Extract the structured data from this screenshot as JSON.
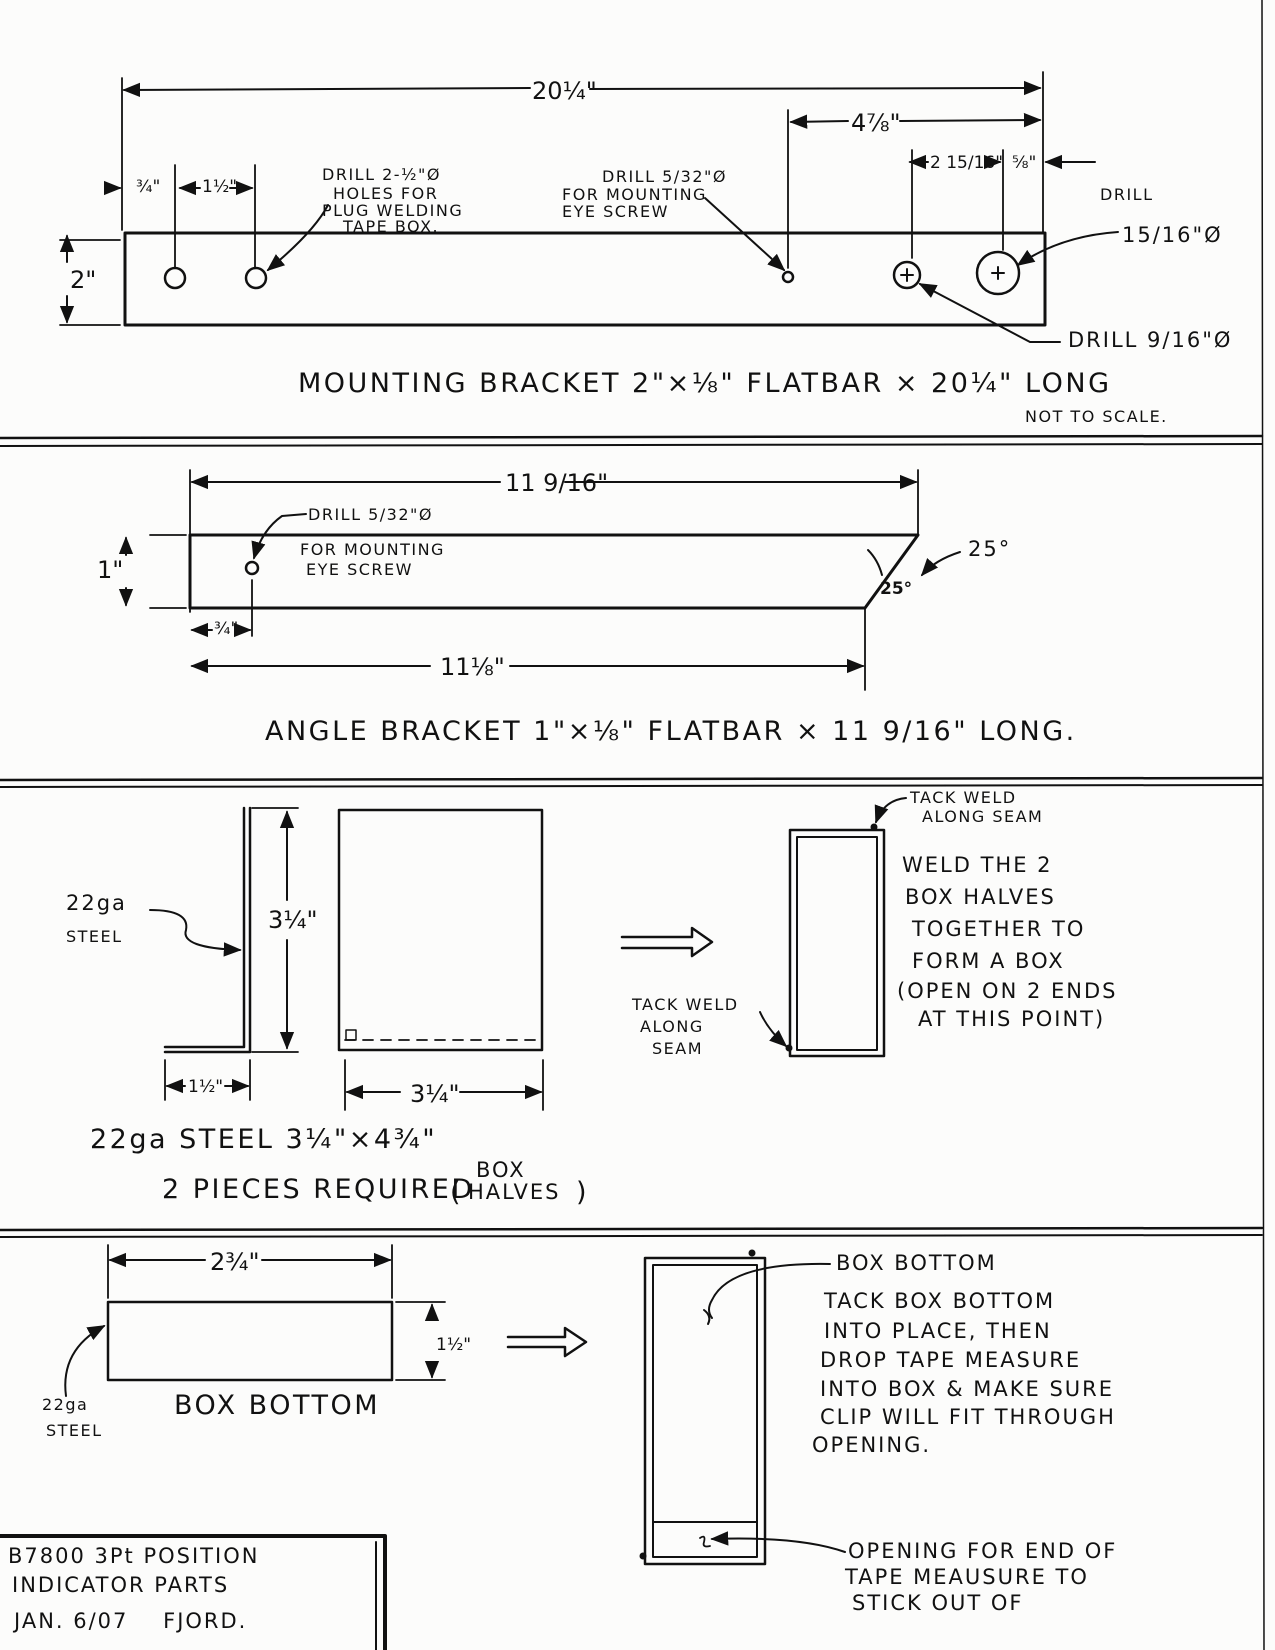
{
  "mounting_bracket": {
    "overall_length": "20¼\"",
    "offset_right": "4⅞\"",
    "edge_first_hole": "¾\"",
    "hole_spacing": "1½\"",
    "large_hole_spacing": "2 15/16\"",
    "edge_large_hole": "⅝\"",
    "height": "2\"",
    "drill_plug_note": [
      "DRILL 2-½\"Ø",
      "HOLES FOR",
      "PLUG WELDING",
      "TAPE BOX."
    ],
    "drill_eye_note": [
      "DRILL 5/32\"Ø",
      "FOR MOUNTING",
      "EYE SCREW"
    ],
    "drill_large_note": [
      "DRILL",
      "15/16\"Ø"
    ],
    "drill_medium_note": "DRILL 9/16\"Ø",
    "caption": "MOUNTING BRACKET 2\"×⅛\" FLATBAR × 20¼\" LONG",
    "scale_note": "NOT TO SCALE."
  },
  "angle_bracket": {
    "overall_length": "11 9/16\"",
    "bottom_length": "11⅛\"",
    "edge_hole": "¾\"",
    "height": "1\"",
    "angle_inner": "25°",
    "angle_outer": "25°",
    "drill_note": [
      "DRILL 5/32\"Ø",
      "FOR MOUNTING",
      "EYE SCREW"
    ],
    "caption": "ANGLE BRACKET 1\"×⅛\" FLATBAR × 11 9/16\" LONG."
  },
  "box_halves": {
    "material_label": [
      "22ga",
      "STEEL"
    ],
    "height": "3¼\"",
    "leg": "1½\"",
    "width": "3¼\"",
    "tack_top_note": [
      "TACK WELD",
      "ALONG SEAM"
    ],
    "tack_bottom_note": [
      "TACK WELD",
      "ALONG",
      "SEAM"
    ],
    "weld_note": [
      "WELD THE 2",
      "BOX HALVES",
      "TOGETHER TO",
      "FORM A BOX",
      "(OPEN ON 2 ENDS",
      "AT THIS POINT)"
    ],
    "spec_line": "22ga STEEL 3¼\"×4¾\"",
    "pieces_line": "2 PIECES REQUIRED",
    "pieces_paren": [
      "BOX",
      "HALVES"
    ]
  },
  "box_bottom": {
    "width": "2¾\"",
    "height": "1½\"",
    "material_label": [
      "22ga",
      "STEEL"
    ],
    "label": "BOX BOTTOM",
    "callout_title": "BOX BOTTOM",
    "instructions": [
      "TACK BOX BOTTOM",
      "INTO PLACE, THEN",
      "DROP TAPE MEASURE",
      "INTO BOX & MAKE SURE",
      "CLIP WILL FIT THROUGH",
      "OPENING."
    ],
    "opening_note": [
      "OPENING FOR END OF",
      "TAPE MEAUSURE TO",
      "STICK OUT OF"
    ]
  },
  "title_block": [
    "B7800 3Pt POSITION",
    "INDICATOR PARTS",
    "JAN. 6/07    FJORD."
  ]
}
